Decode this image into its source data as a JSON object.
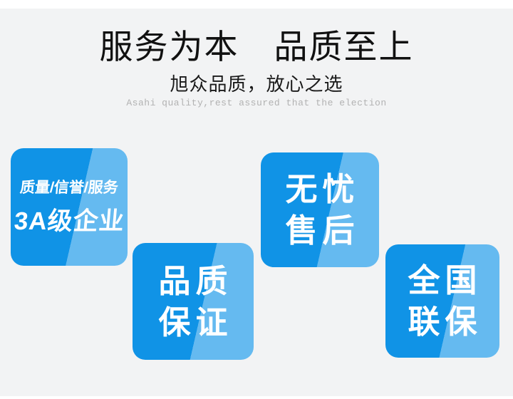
{
  "colors": {
    "page_background": "#f2f3f4",
    "badge_dark_blue": "#1093e6",
    "badge_light_blue": "#65baf0",
    "title_text": "#111111",
    "tagline_gray": "#b2b2b2",
    "badge_text": "#ffffff"
  },
  "header": {
    "title": "服务为本　品质至上",
    "subtitle": "旭众品质，放心之选",
    "tagline_en": "Asahi quality,rest assured that the election"
  },
  "badges": [
    {
      "id": "badge-3a-enterprise",
      "line1": "质量/信誉/服务",
      "line2": "3A级企业"
    },
    {
      "id": "badge-quality-guarantee",
      "line1": "品质",
      "line2": "保证"
    },
    {
      "id": "badge-worry-free-after-sales",
      "line1": "无忧",
      "line2": "售后"
    },
    {
      "id": "badge-nationwide-warranty",
      "line1": "全国",
      "line2": "联保"
    }
  ]
}
